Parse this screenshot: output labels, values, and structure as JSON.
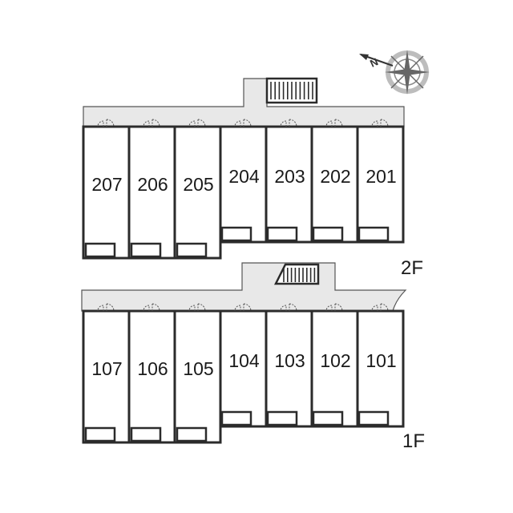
{
  "floors": [
    {
      "label": "2F",
      "units": [
        {
          "number": "207",
          "size": "large"
        },
        {
          "number": "206",
          "size": "large"
        },
        {
          "number": "205",
          "size": "large"
        },
        {
          "number": "204",
          "size": "small"
        },
        {
          "number": "203",
          "size": "small"
        },
        {
          "number": "202",
          "size": "small"
        },
        {
          "number": "201",
          "size": "small"
        }
      ]
    },
    {
      "label": "1F",
      "units": [
        {
          "number": "107",
          "size": "large"
        },
        {
          "number": "106",
          "size": "large"
        },
        {
          "number": "105",
          "size": "large"
        },
        {
          "number": "104",
          "size": "small"
        },
        {
          "number": "103",
          "size": "small"
        },
        {
          "number": "102",
          "size": "small"
        },
        {
          "number": "101",
          "size": "small"
        }
      ]
    }
  ],
  "compass": {
    "north_label": "N",
    "icon": "compass-rose-icon"
  },
  "colors": {
    "wall": "#2b2b2b",
    "corridor": "#e8e8e8"
  }
}
